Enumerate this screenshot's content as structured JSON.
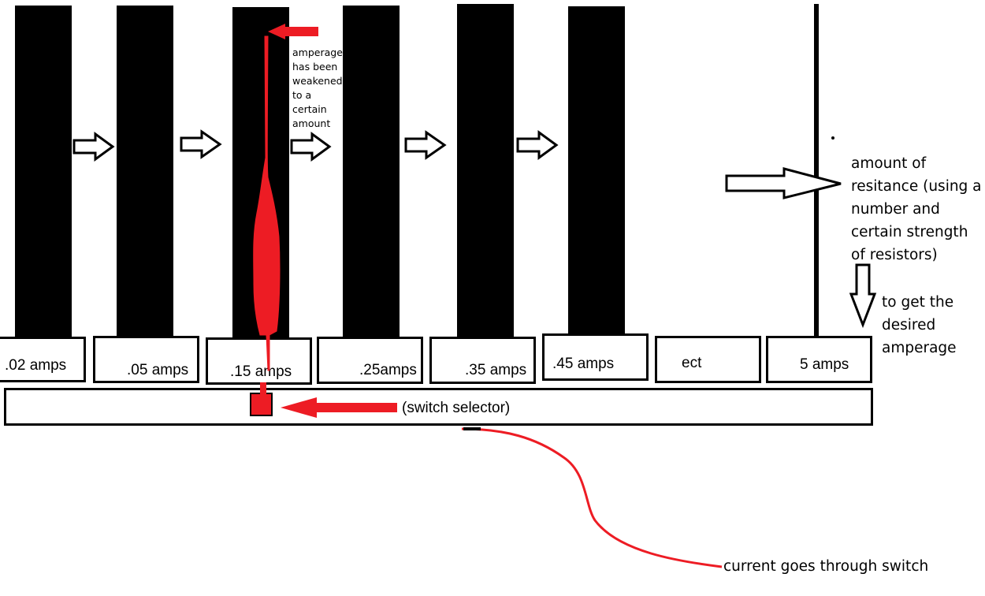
{
  "amp_settings": [
    ".02 amps",
    ".05 amps",
    ".15 amps",
    ".25amps",
    ".35 amps",
    ".45 amps",
    "ect",
    "5 amps"
  ],
  "selector_label": "(switch selector)",
  "notes": {
    "weakened": [
      "amperage",
      "has been",
      "weakened",
      "to a",
      "certain",
      "amount"
    ],
    "resistance": [
      "amount of",
      "resitance (using a",
      "number and",
      "certain strength",
      "of resistors)"
    ],
    "desired": [
      "to get the",
      "desired",
      "amperage"
    ],
    "current": "current goes through switch"
  },
  "colors": {
    "ink": "#000000",
    "highlight": "#ed1c24",
    "paper": "#ffffff"
  }
}
